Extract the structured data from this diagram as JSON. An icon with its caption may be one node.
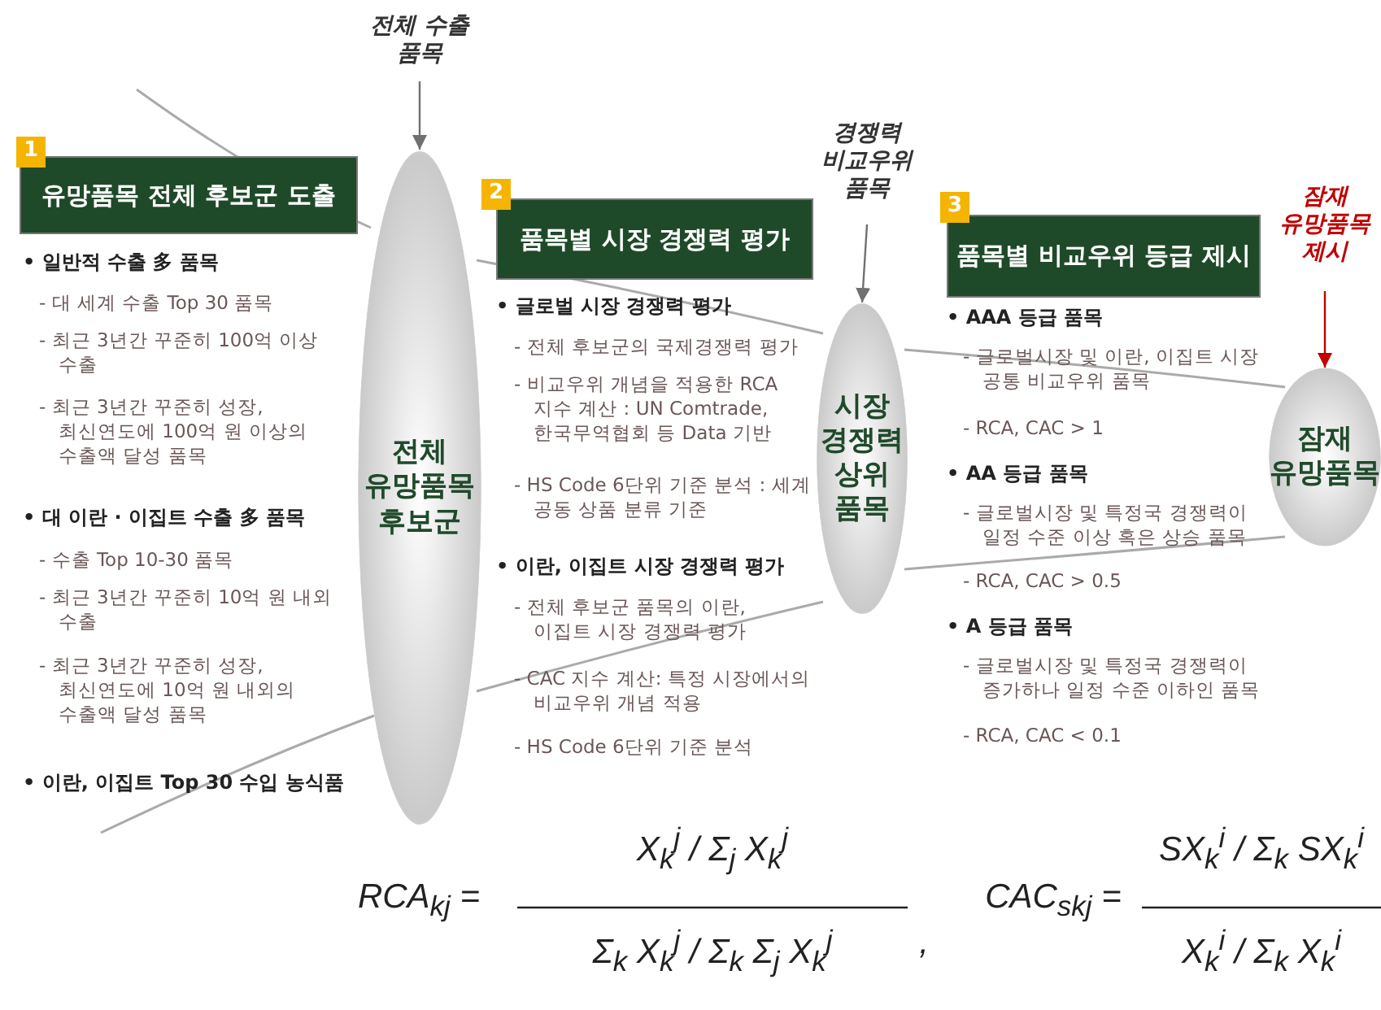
{
  "diagram": {
    "nodes": [
      {
        "text": [
          "유망품목 전체 후보군 도출"
        ]
      },
      {
        "text": [
          "전체 수출 품목"
        ]
      },
      {
        "text": [
          "전체 유망품목 후보군"
        ]
      },
      {
        "text": [
          "품목별 시장 경쟁력 평가"
        ]
      },
      {
        "text": [
          "경쟁력 비교우위 품목"
        ]
      },
      {
        "text": [
          "시장 경쟁력 상위 품목"
        ]
      },
      {
        "text": [
          "품목별 비교우위 등급 제시"
        ]
      },
      {
        "text": [
          "잠재 유망품목 제시"
        ]
      },
      {
        "text": [
          "잠재 유망품목"
        ]
      }
    ],
    "edges": [
      {
        "from": 1,
        "to": 2,
        "arrow": "to"
      },
      {
        "from": 4,
        "to": 5,
        "arrow": "to"
      },
      {
        "from": 7,
        "to": 8,
        "arrow": "to",
        "color": "#c00000"
      }
    ],
    "labels": [
      "1",
      "• 일반적 수출 多 품목",
      "- 대 세계 수출 Top 30 품목",
      "- 최근 3년간 꾸준히 100억 이상 수출",
      "- 최근 3년간 꾸준히 성장, 최신연도에 100억 원 이상의 수출액 달성 품목",
      "• 대 이란 · 이집트 수출 多 품목",
      "- 수출 Top 10-30 품목",
      "- 최근 3년간 꾸준히 10억 원 내외 수출",
      "- 최근 3년간 꾸준히 성장, 최신연도에 10억 원 내외의 수출액 달성 품목",
      "• 이란, 이집트 Top 30 수입 농식품",
      "2",
      "• 글로벌 시장 경쟁력 평가",
      "- 전체 후보군의 국제경쟁력 평가",
      "- 비교우위 개념을 적용한 RCA 지수 계산 : UN Comtrade, 한국무역협회 등 Data 기반",
      "- HS Code 6단위 기준 분석 : 세계 공동 상품 분류 기준",
      "• 이란, 이집트 시장 경쟁력 평가",
      "- 전체 후보군 품목의 이란, 이집트 시장 경쟁력 평가",
      "- CAC 지수 계산: 특정 시장에서의 비교우위 개념 적용",
      "- HS Code 6단위 기준 분석",
      "3",
      "• AAA 등급 품목",
      "- 글로벌시장 및 이란, 이집트 시장 공통 비교우위 품목",
      "- RCA, CAC > 1",
      "• AA 등급 품목",
      "- 글로벌시장 및 특정국 경쟁력이 일정 수준 이상 혹은 상승 품목",
      "- RCA, CAC > 0.5",
      "• A 등급 품목",
      "- 글로벌시장 및 특정국 경쟁력이 증가하나 일정 수준 이하인 품목",
      "- RCA, CAC < 0.1",
      "RCA$_{kj}$ =",
      "X$_{k}$$^{j}$ / Σ$_{j}$ X$_{k}$$^{j}$",
      "Σ$_{k}$ X$_{k}$$^{j}$ / Σ$_{k}$ Σ$_{j}$ X$_{k}$$^{j}$",
      ",",
      "CAC$_{skj}$ =",
      "SX$_{k}$$^{i}$ / Σ$_{k}$ SX$_{k}$$^{i}$",
      "X$_{k}$$^{i}$ / Σ$_{k}$ X$_{k}$$^{i}$"
    ]
  }
}
